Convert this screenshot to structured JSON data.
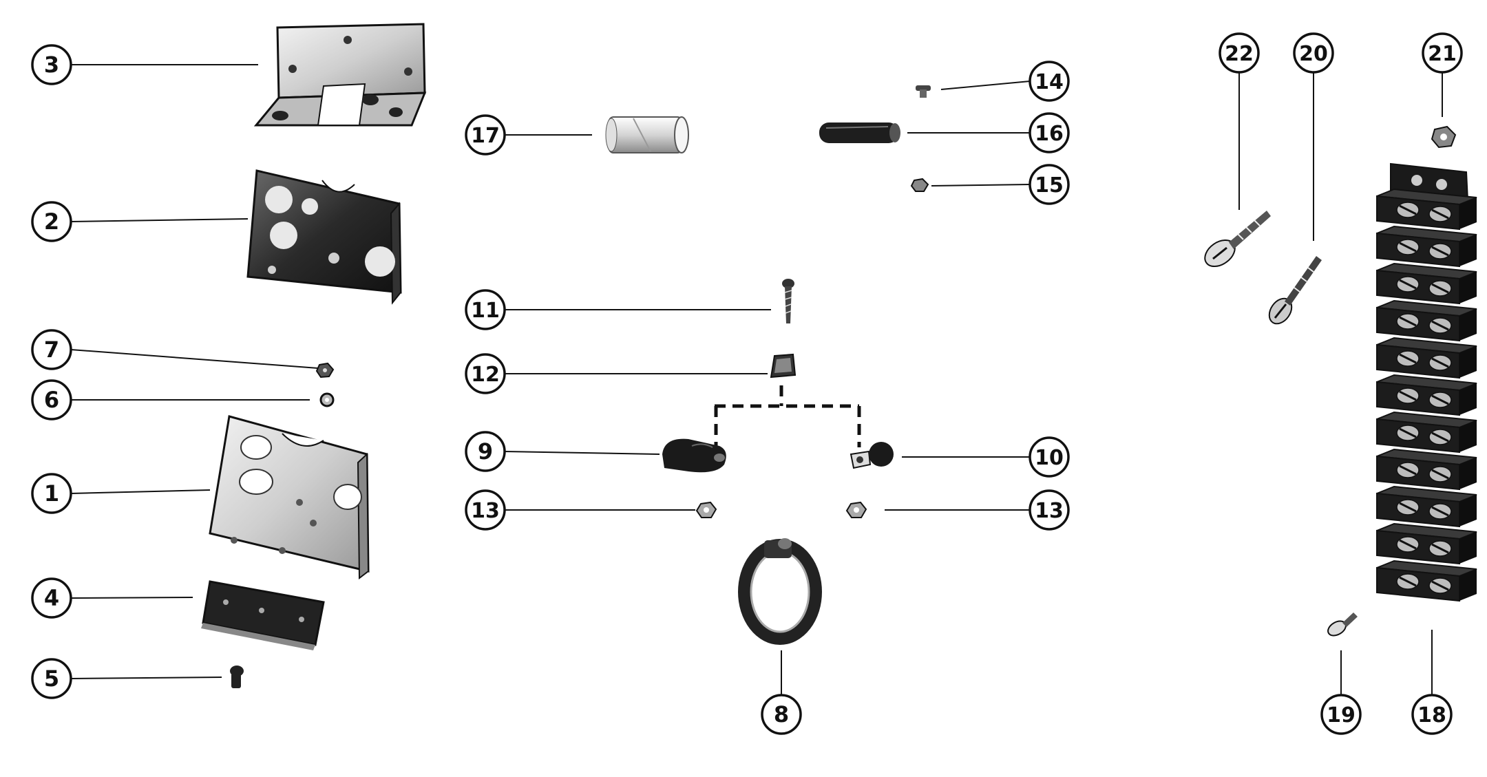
{
  "diagram": {
    "callouts": [
      {
        "id": "c3",
        "number": "3"
      },
      {
        "id": "c2",
        "number": "2"
      },
      {
        "id": "c7",
        "number": "7"
      },
      {
        "id": "c6",
        "number": "6"
      },
      {
        "id": "c1",
        "number": "1"
      },
      {
        "id": "c4",
        "number": "4"
      },
      {
        "id": "c5",
        "number": "5"
      },
      {
        "id": "c17",
        "number": "17"
      },
      {
        "id": "c14",
        "number": "14"
      },
      {
        "id": "c16",
        "number": "16"
      },
      {
        "id": "c15",
        "number": "15"
      },
      {
        "id": "c11",
        "number": "11"
      },
      {
        "id": "c12",
        "number": "12"
      },
      {
        "id": "c9",
        "number": "9"
      },
      {
        "id": "c10",
        "number": "10"
      },
      {
        "id": "c13a",
        "number": "13"
      },
      {
        "id": "c13b",
        "number": "13"
      },
      {
        "id": "c8",
        "number": "8"
      },
      {
        "id": "c22",
        "number": "22"
      },
      {
        "id": "c20",
        "number": "20"
      },
      {
        "id": "c21",
        "number": "21"
      },
      {
        "id": "c19",
        "number": "19"
      },
      {
        "id": "c18",
        "number": "18"
      }
    ]
  },
  "colors": {
    "ink": "#111111",
    "paper": "#ffffff",
    "metal": "#d9d9d9",
    "dark": "#1a1a1a"
  }
}
